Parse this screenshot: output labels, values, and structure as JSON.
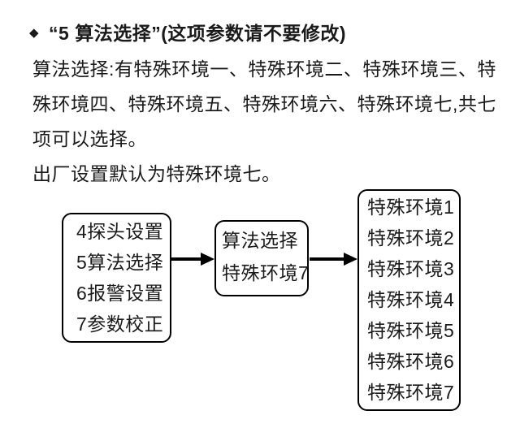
{
  "page": {
    "background_color": "#ffffff",
    "text_color": "#1a1a1a",
    "border_color": "#000000",
    "arrow_color": "#000000"
  },
  "heading": {
    "bullet": "◆",
    "text": "“5 算法选择”(这项参数请不要修改)"
  },
  "paragraph": {
    "lines": [
      "算法选择:有特殊环境一、特殊环境二、特殊环境三、特",
      "殊环境四、特殊环境五、特殊环境六、特殊环境七,共七",
      "项可以选择。",
      "出厂设置默认为特殊环境七。"
    ]
  },
  "diagram": {
    "menu_box": {
      "items": [
        "4探头设置",
        "5算法选择",
        "6报警设置",
        "7参数校正"
      ]
    },
    "selection_box": {
      "items": [
        "算法选择",
        "特殊环境7"
      ]
    },
    "options_box": {
      "items": [
        "特殊环境1",
        "特殊环境2",
        "特殊环境3",
        "特殊环境4",
        "特殊环境5",
        "特殊环境6",
        "特殊环境7"
      ]
    }
  }
}
